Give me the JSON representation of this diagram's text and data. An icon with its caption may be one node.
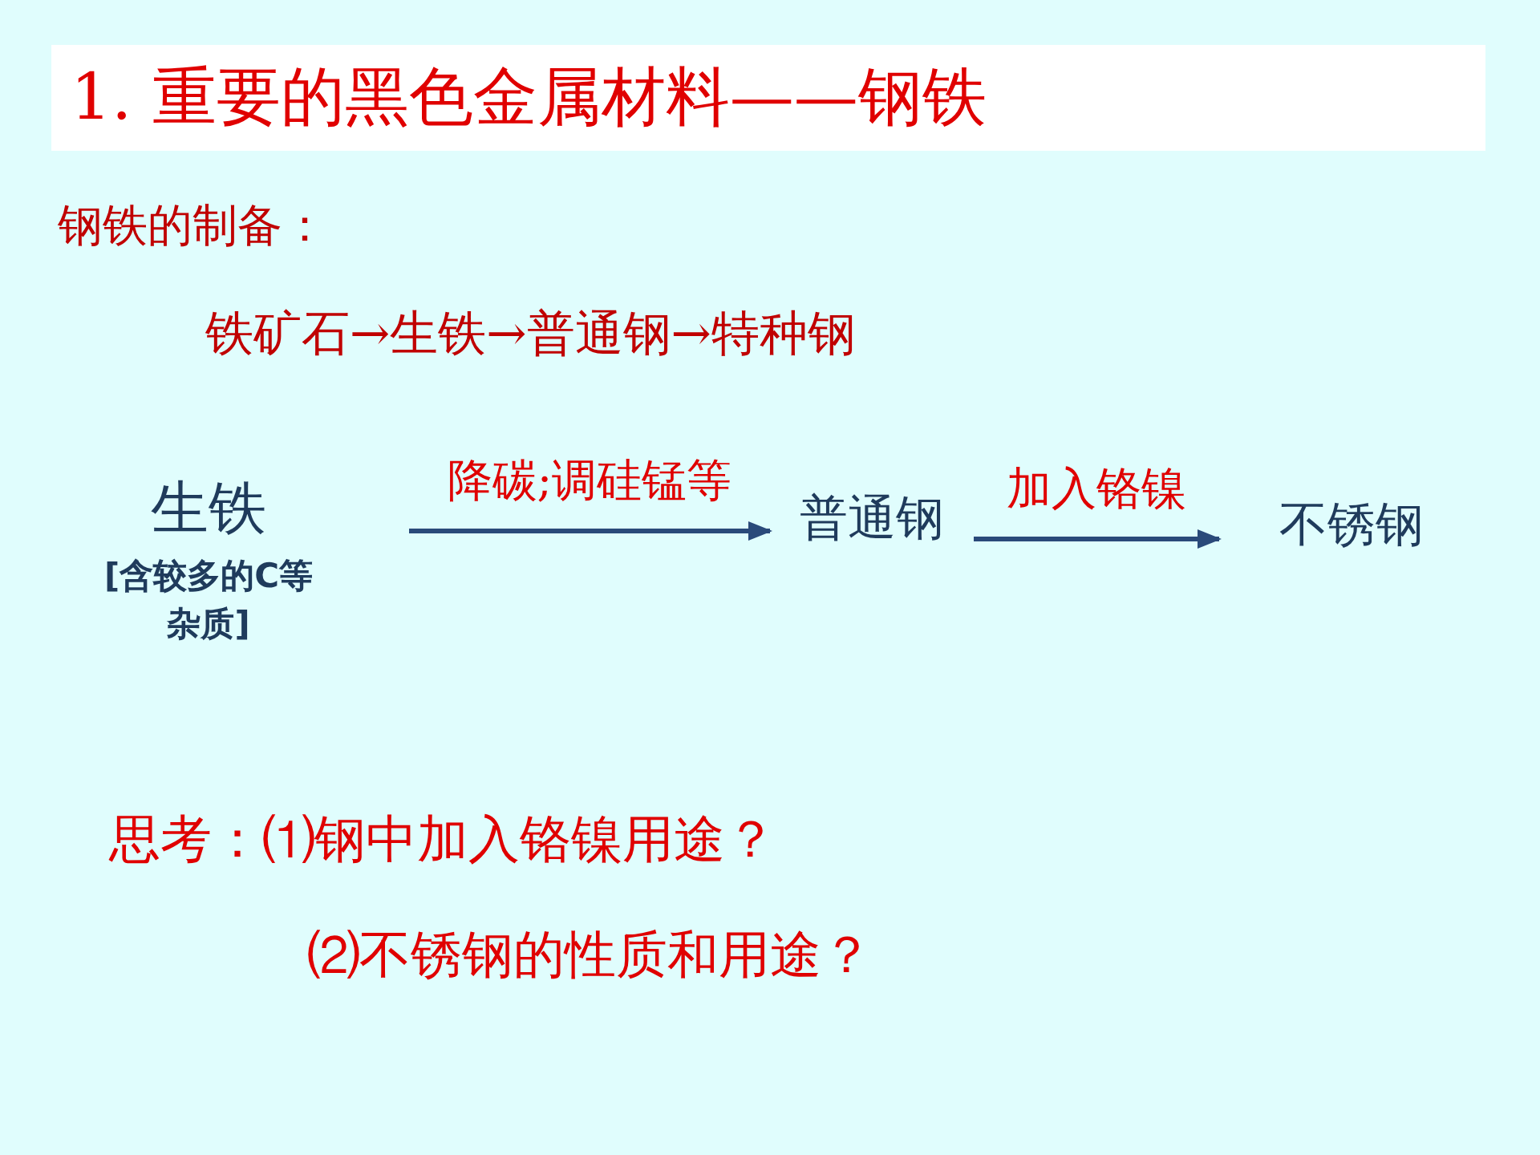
{
  "diagram": {
    "title": "1. 重要的黑色金属材料——钢铁",
    "nodes": [
      {
        "text": [
          "生铁",
          "[含较多的C等杂质]"
        ]
      },
      {
        "text": [
          "普通钢"
        ]
      },
      {
        "text": [
          "不锈钢"
        ]
      }
    ],
    "edges": [
      {
        "from": 0,
        "to": 1,
        "arrow": "to",
        "label": "降碳;调硅锰等"
      },
      {
        "from": 1,
        "to": 2,
        "arrow": "to",
        "label": "加入铬镍"
      }
    ],
    "labels": [
      "钢铁的制备：",
      "铁矿石→生铁→普通钢→特种钢",
      "思考：⑴钢中加入铬镍用途？",
      "⑵不锈钢的性质和用途？"
    ]
  }
}
